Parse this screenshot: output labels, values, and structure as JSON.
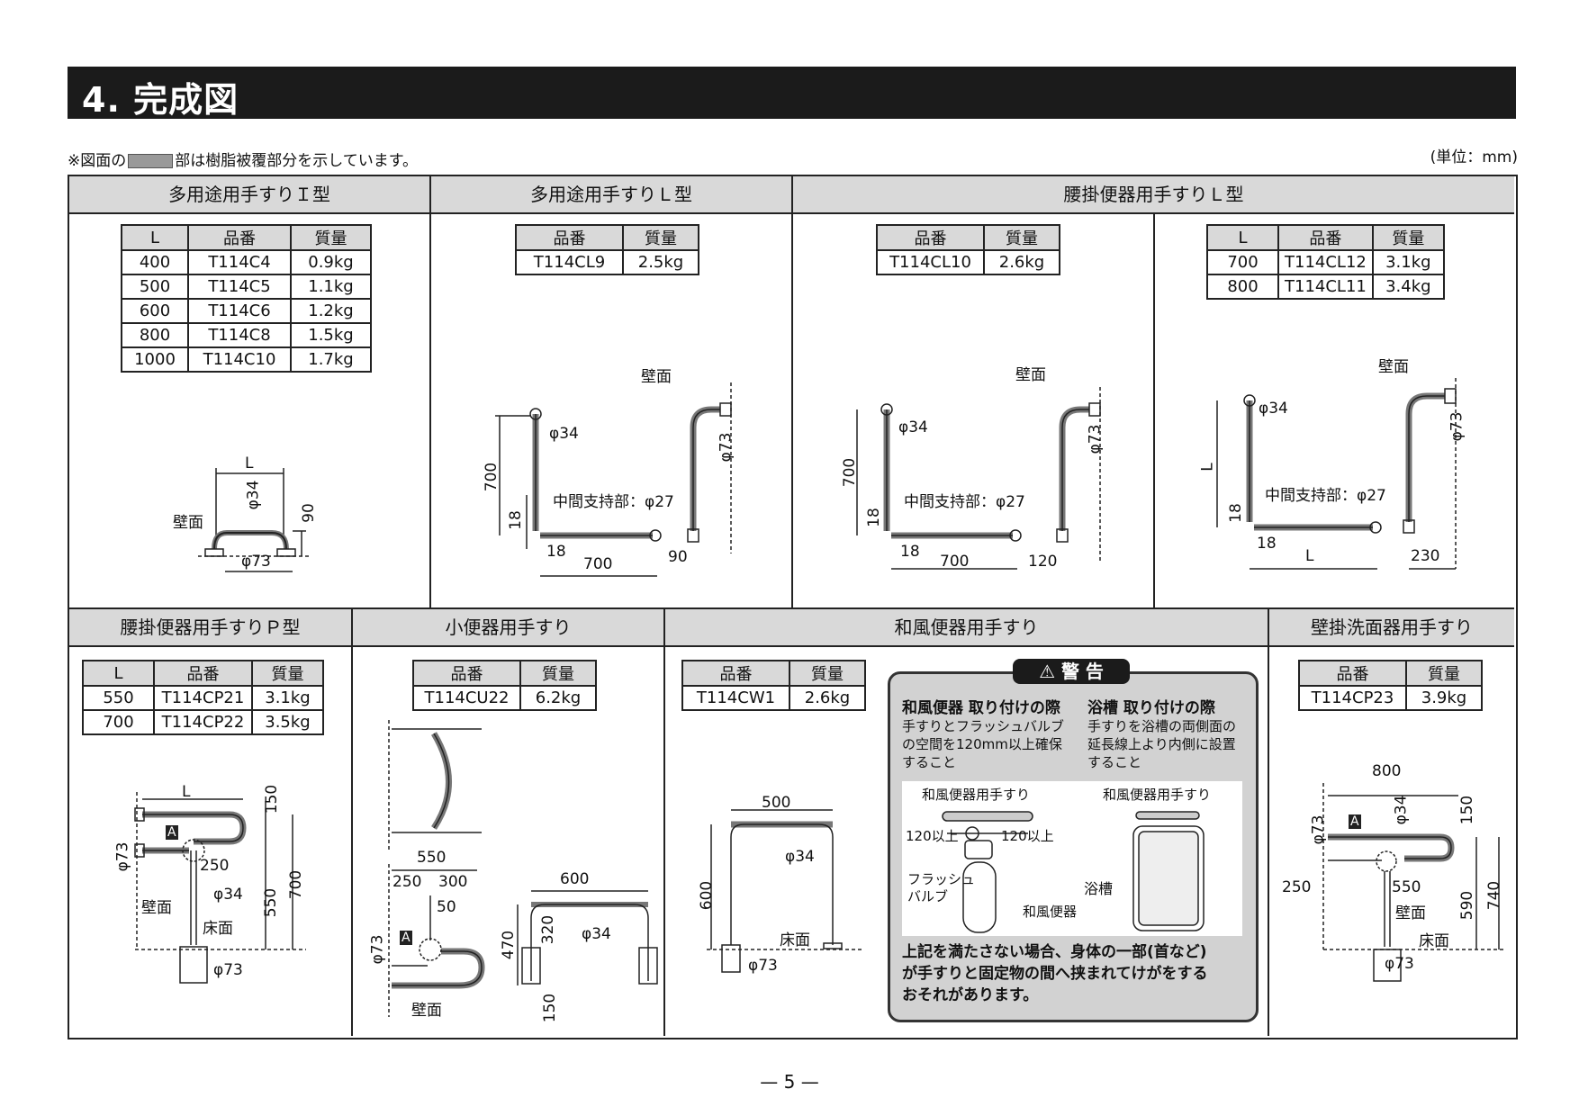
{
  "section_title": "4. 完成図",
  "note": {
    "prefix": "※図面の",
    "suffix": "部は樹脂被覆部分を示しています。"
  },
  "unit": "(単位：mm)",
  "panels": {
    "i_type": {
      "title": "多用途用手すりＩ型",
      "headers": [
        "L",
        "品番",
        "質量"
      ],
      "rows": [
        [
          "400",
          "T114C4",
          "0.9kg"
        ],
        [
          "500",
          "T114C5",
          "1.1kg"
        ],
        [
          "600",
          "T114C6",
          "1.2kg"
        ],
        [
          "800",
          "T114C8",
          "1.5kg"
        ],
        [
          "1000",
          "T114C10",
          "1.7kg"
        ]
      ],
      "labels": {
        "L": "L",
        "wall": "壁面",
        "d34": "φ34",
        "d73": "φ73",
        "h90": "90"
      }
    },
    "l_type": {
      "title": "多用途用手すりＬ型",
      "headers": [
        "品番",
        "質量"
      ],
      "rows": [
        [
          "T114CL9",
          "2.5kg"
        ]
      ],
      "labels": {
        "wall": "壁面",
        "d34": "φ34",
        "d73": "φ73",
        "h700": "700",
        "h18": "18",
        "mid": "中間支持部：φ27",
        "w18": "18",
        "w700": "700",
        "w90": "90"
      }
    },
    "toilet_l": {
      "title": "腰掛便器用手すりＬ型",
      "left": {
        "headers": [
          "品番",
          "質量"
        ],
        "rows": [
          [
            "T114CL10",
            "2.6kg"
          ]
        ],
        "labels": {
          "wall": "壁面",
          "d34": "φ34",
          "d73": "φ73",
          "h700": "700",
          "h18": "18",
          "mid": "中間支持部：φ27",
          "w18": "18",
          "w700": "700",
          "w120": "120"
        }
      },
      "right": {
        "headers": [
          "L",
          "品番",
          "質量"
        ],
        "rows": [
          [
            "700",
            "T114CL12",
            "3.1kg"
          ],
          [
            "800",
            "T114CL11",
            "3.4kg"
          ]
        ],
        "labels": {
          "wall": "壁面",
          "d34": "φ34",
          "d73": "φ73",
          "hL": "L",
          "h18": "18",
          "mid": "中間支持部：φ27",
          "w18": "18",
          "wL": "L",
          "w230": "230"
        }
      }
    },
    "toilet_p": {
      "title": "腰掛便器用手すりＰ型",
      "headers": [
        "L",
        "品番",
        "質量"
      ],
      "rows": [
        [
          "550",
          "T114CP21",
          "3.1kg"
        ],
        [
          "700",
          "T114CP22",
          "3.5kg"
        ]
      ],
      "labels": {
        "L": "L",
        "d73": "φ73",
        "A": "A",
        "w250": "250",
        "wall": "壁面",
        "d34": "φ34",
        "floor": "床面",
        "d73b": "φ73",
        "h150": "150",
        "h550": "550",
        "h700": "700"
      }
    },
    "urinal": {
      "title": "小便器用手すり",
      "headers": [
        "品番",
        "質量"
      ],
      "rows": [
        [
          "T114CU22",
          "6.2kg"
        ]
      ],
      "labels": {
        "w550": "550",
        "w250": "250",
        "w300": "300",
        "w50": "50",
        "d73": "φ73",
        "A": "A",
        "wall": "壁面",
        "w600": "600",
        "h470": "470",
        "h320": "320",
        "d34": "φ34",
        "h150": "150"
      }
    },
    "japanese": {
      "title": "和風便器用手すり",
      "headers": [
        "品番",
        "質量"
      ],
      "rows": [
        [
          "T114CW1",
          "2.6kg"
        ]
      ],
      "labels": {
        "w500": "500",
        "d34": "φ34",
        "h600": "600",
        "floor": "床面",
        "d73": "φ73"
      },
      "warning": {
        "badge": "⚠ 警 告",
        "left_title": "和風便器 取り付けの際",
        "left_text": [
          "手すりとフラッシュバルブ",
          "の空間を120mm以上確保",
          "すること"
        ],
        "right_title": "浴槽 取り付けの際",
        "right_text": [
          "手すりを浴槽の両側面の",
          "延長線上より内側に設置",
          "すること"
        ],
        "fig_left_title": "和風便器用手すり",
        "fig_right_title": "和風便器用手すり",
        "gap_left": "120以上",
        "gap_right": "120以上",
        "flush_valve": [
          "フラッシュ",
          "バルブ"
        ],
        "toilet": "和風便器",
        "tub": "浴槽",
        "footer": [
          "上記を満たさない場合、身体の一部(首など)",
          "が手すりと固定物の間へ挟まれてけがをする",
          "おそれがあります。"
        ]
      }
    },
    "basin": {
      "title": "壁掛洗面器用手すり",
      "headers": [
        "品番",
        "質量"
      ],
      "rows": [
        [
          "T114CP23",
          "3.9kg"
        ]
      ],
      "labels": {
        "w800": "800",
        "d73": "φ73",
        "A": "A",
        "d34": "φ34",
        "h150": "150",
        "w250": "250",
        "w550": "550",
        "wall": "壁面",
        "h590": "590",
        "h740": "740",
        "floor": "床面",
        "d73b": "φ73"
      }
    }
  },
  "page_number": "— 5 —"
}
